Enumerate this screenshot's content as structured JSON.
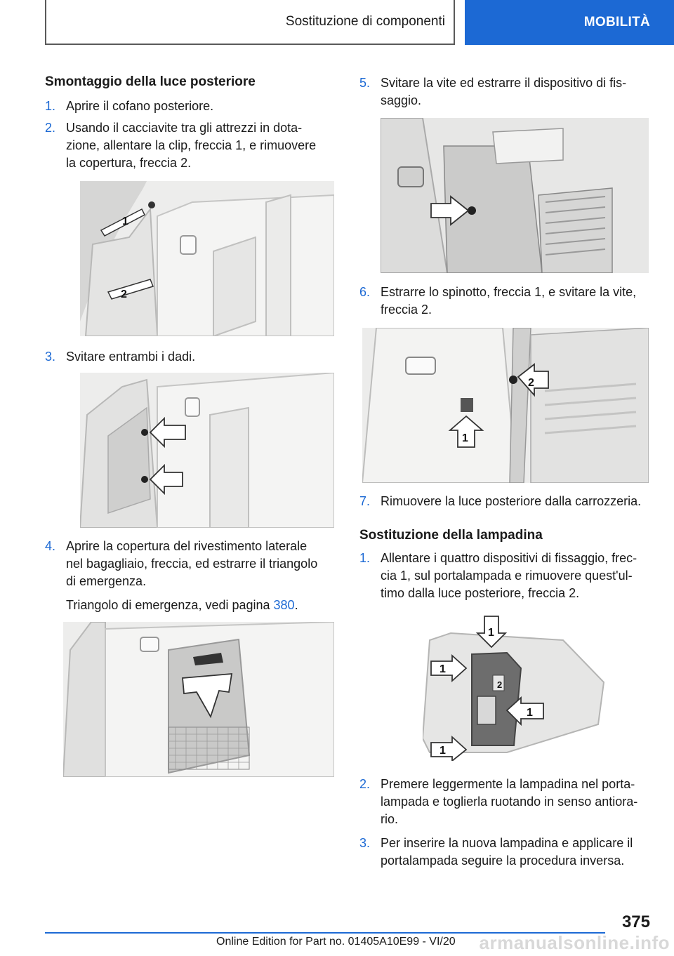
{
  "header": {
    "section": "Sostituzione di componenti",
    "chapter": "MOBILITÀ"
  },
  "left": {
    "title": "Smontaggio della luce posteriore",
    "steps": [
      {
        "num": "1.",
        "text": "Aprire il cofano posteriore."
      },
      {
        "num": "2.",
        "text": "Usando il cacciavite tra gli attrezzi in dota-\nzione, allentare la clip, freccia 1, e rimuovere\nla copertura, freccia 2."
      },
      {
        "num": "3.",
        "text": "Svitare entrambi i dadi."
      },
      {
        "num": "4.",
        "text": "Aprire la copertura del rivestimento laterale\nnel bagagliaio, freccia, ed estrarre il triangolo\ndi emergenza."
      }
    ],
    "ref_text": "Triangolo di emergenza, vedi pagina ",
    "ref_page": "380",
    "ref_end": "."
  },
  "right": {
    "steps_a": [
      {
        "num": "5.",
        "text": "Svitare la vite ed estrarre il dispositivo di fis-\nsaggio."
      },
      {
        "num": "6.",
        "text": "Estrarre lo spinotto, freccia 1, e svitare la vite,\nfreccia 2."
      },
      {
        "num": "7.",
        "text": "Rimuovere la luce posteriore dalla carrozzeria."
      }
    ],
    "title": "Sostituzione della lampadina",
    "steps_b": [
      {
        "num": "1.",
        "text": "Allentare i quattro dispositivi di fissaggio, frec-\ncia 1, sul portalampada e rimuovere quest'ul-\ntimo dalla luce posteriore, freccia 2."
      },
      {
        "num": "2.",
        "text": "Premere leggermente la lampadina nel porta-\nlampada e toglierla ruotando in senso antiora-\nrio."
      },
      {
        "num": "3.",
        "text": "Per inserire la nuova lampadina e applicare il\nportalampada seguire la procedura inversa."
      }
    ]
  },
  "figures": {
    "callout_1": "1",
    "callout_2": "2"
  },
  "footer": {
    "page": "375",
    "edition": "Online Edition for Part no. 01405A10E99 - VI/20",
    "watermark": "armanualsonline.info"
  }
}
